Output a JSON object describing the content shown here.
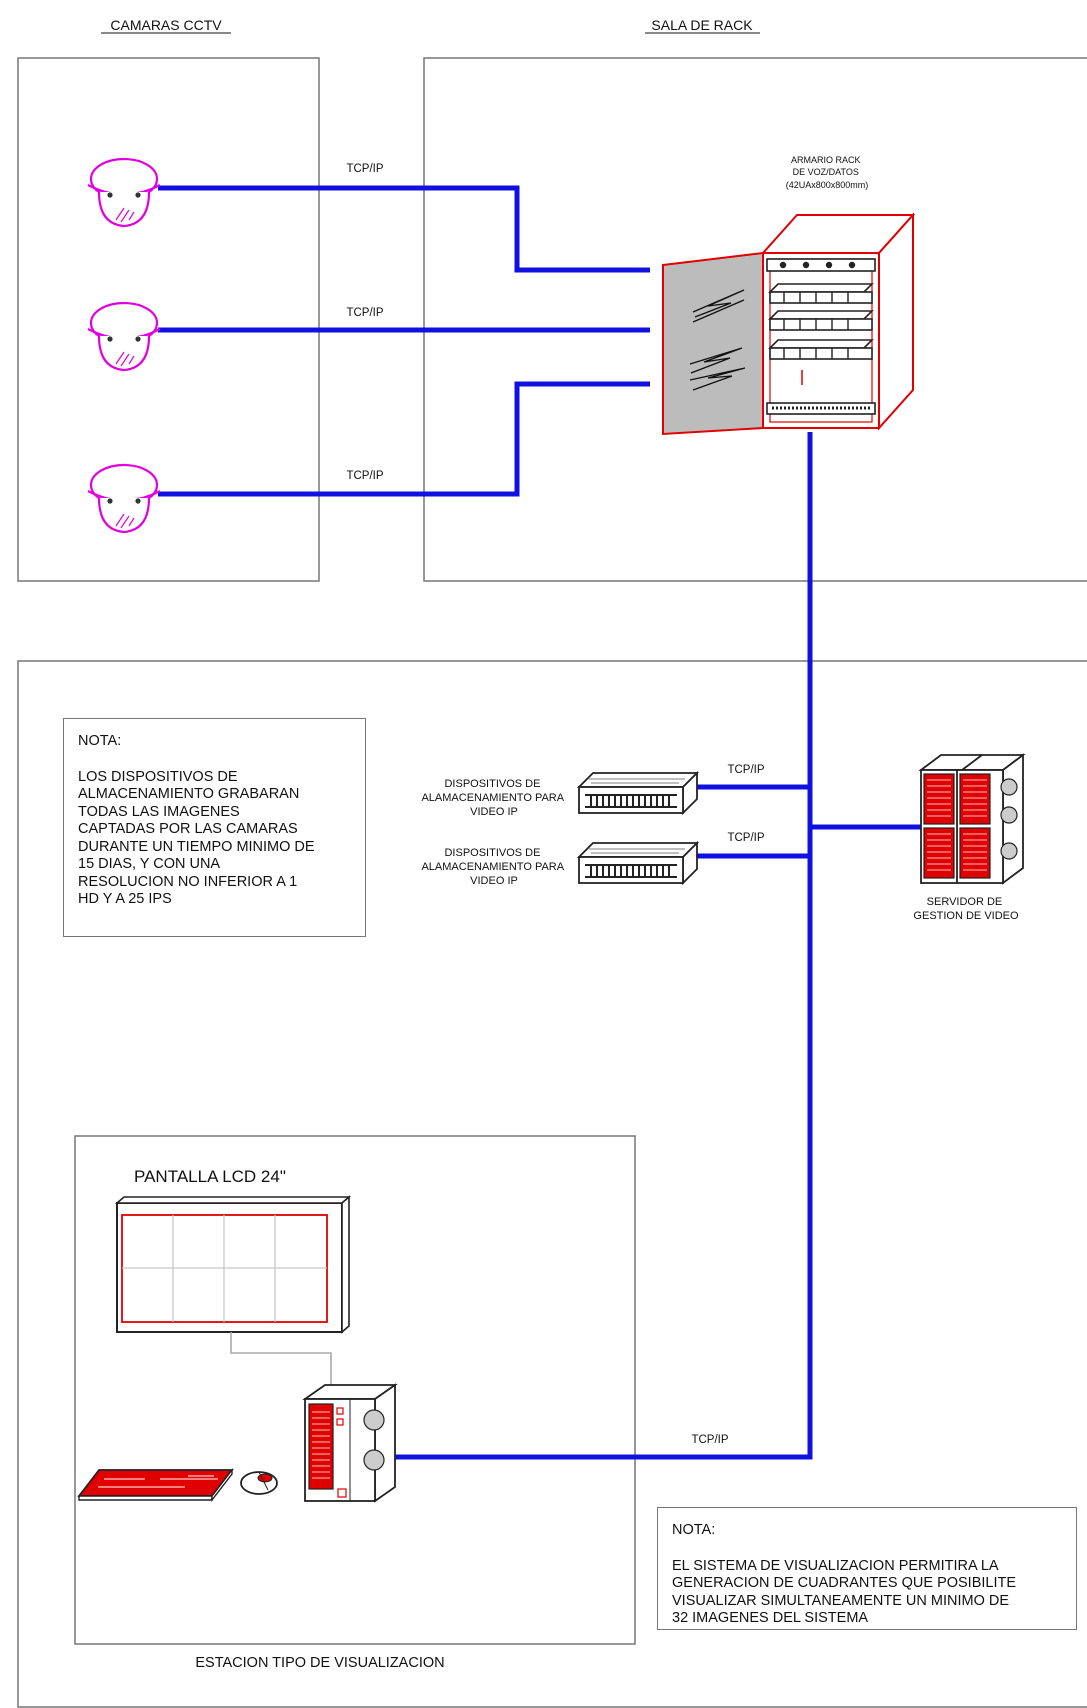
{
  "sections": {
    "cameras_title": "CAMARAS CCTV",
    "rack_room_title": "SALA DE RACK",
    "station_title": "ESTACION TIPO DE VISUALIZACION"
  },
  "rack": {
    "label_line1": "ARMARIO RACK",
    "label_line2": "DE VOZ/DATOS",
    "label_line3": "(42UAx800x800mm)"
  },
  "links": {
    "camera_1": "TCP/IP",
    "camera_2": "TCP/IP",
    "camera_3": "TCP/IP",
    "storage_1": "TCP/IP",
    "storage_2": "TCP/IP",
    "workstation": "TCP/IP"
  },
  "storage": [
    {
      "line1": "DISPOSITIVOS DE",
      "line2": "ALAMACENAMIENTO PARA",
      "line3": "VIDEO IP"
    },
    {
      "line1": "DISPOSITIVOS DE",
      "line2": "ALAMACENAMIENTO PARA",
      "line3": "VIDEO IP"
    }
  ],
  "server": {
    "line1": "SERVIDOR DE",
    "line2": "GESTION DE VIDEO"
  },
  "monitor": {
    "label": "PANTALLA LCD 24\""
  },
  "note_storage": {
    "title": "NOTA:",
    "body": "LOS DISPOSITIVOS DE\nALMACENAMIENTO GRABARAN\nTODAS LAS IMAGENES\nCAPTADAS POR LAS CAMARAS\nDURANTE UN TIEMPO MINIMO DE\n15 DIAS, Y CON UNA\nRESOLUCION NO INFERIOR A 1\nHD Y A 25 IPS"
  },
  "note_display": {
    "title": "NOTA:",
    "body": "EL SISTEMA DE VISUALIZACION PERMITIRA LA\nGENERACION DE CUADRANTES QUE POSIBILITE\nVISUALIZAR SIMULTANEAMENTE UN MINIMO DE\n32 IMAGENES DEL SISTEMA"
  },
  "colors": {
    "network_line": "#1010e0",
    "camera": "#e000e0",
    "equipment": "#e00000",
    "door": "#b8b8b8",
    "frame": "#777777"
  }
}
